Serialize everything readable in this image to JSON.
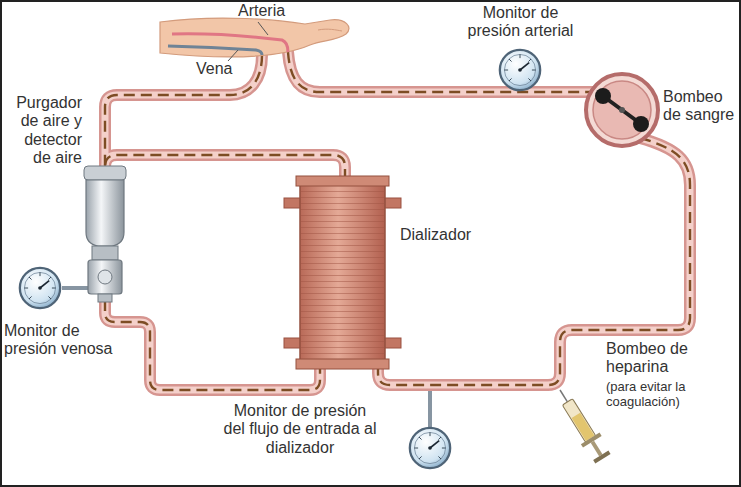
{
  "diagram": {
    "labels": [
      "Arteria",
      "Monitor de presión arterial",
      "Vena",
      "Bombeo de sangre",
      "Purgador de aire y detector de aire",
      "Dializador",
      "Monitor de presión venosa",
      "Bombeo de heparina",
      "(para evitar la coagulación)",
      "Monitor de presión del flujo de entrada al dializador"
    ]
  }
}
